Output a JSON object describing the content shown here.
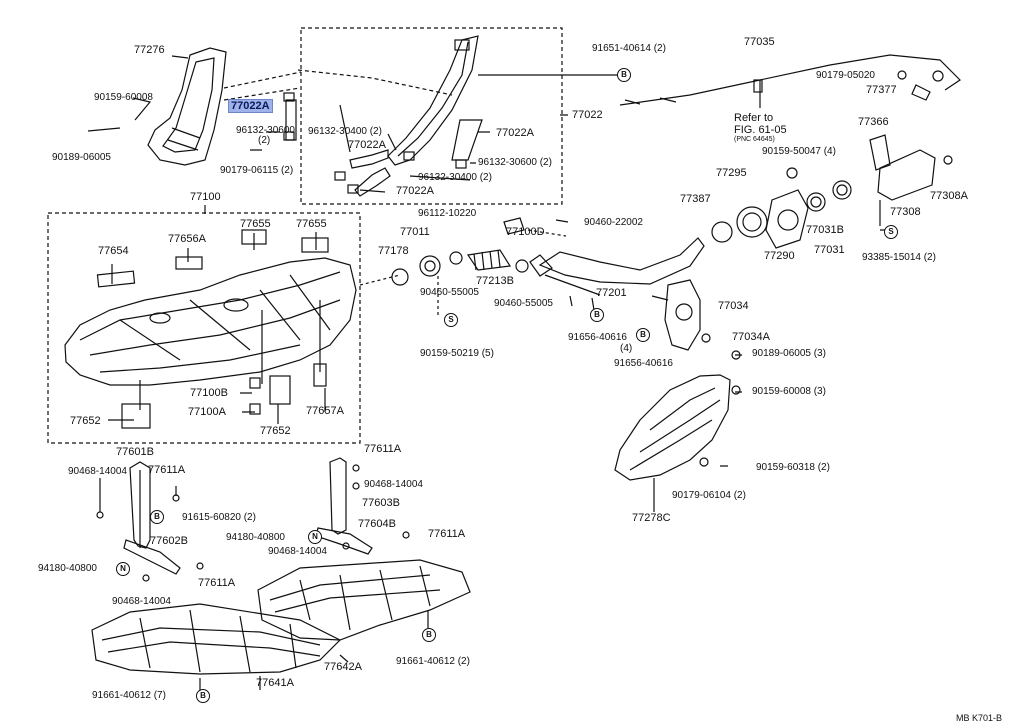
{
  "labels": {
    "p77276": "77276",
    "p90159_60008_a": "90159-60008",
    "p77022A_hl": "77022A",
    "p96132_30600_a": "96132-30600",
    "p2_a": "(2)",
    "p90189_06005_a": "90189-06005",
    "p90179_06115": "90179-06115 (2)",
    "p96132_30400_a": "96132-30400 (2)",
    "p77022A_1": "77022A",
    "p77022A_2": "77022A",
    "p96132_30600_b": "96132-30600 (2)",
    "p96132_30400_b": "96132-30400 (2)",
    "p77022A_3": "77022A",
    "p77022": "77022",
    "p91651_40614": "91651-40614 (2)",
    "p77035": "77035",
    "p90179_05020": "90179-05020",
    "p77377": "77377",
    "refer_to": "Refer to",
    "fig": "FIG. 61-05",
    "pnc": "(PNC 64645)",
    "p77366": "77366",
    "p90159_50047": "90159-50047 (4)",
    "p77295": "77295",
    "p77387": "77387",
    "p77308A": "77308A",
    "p77308": "77308",
    "p77031B": "77031B",
    "p77290": "77290",
    "p77031": "77031",
    "p93385_15014": "93385-15014 (2)",
    "p77100": "77100",
    "p77655_a": "77655",
    "p77655_b": "77655",
    "p77654": "77654",
    "p77656A": "77656A",
    "p96112_10220": "96112-10220",
    "p90460_22002": "90460-22002",
    "p77011": "77011",
    "p77100D": "77100D",
    "p77178": "77178",
    "p77213B": "77213B",
    "p90460_55005_a": "90460-55005",
    "p90460_55005_b": "90460-55005",
    "p77201": "77201",
    "p77034": "77034",
    "p91656_40616_a": "91656-40616",
    "p4": "(4)",
    "p91656_40616_b": "91656-40616",
    "p77034A": "77034A",
    "p90189_06005_b": "90189-06005 (3)",
    "p90159_60008_b": "90159-60008 (3)",
    "p90159_50219": "90159-50219 (5)",
    "p77100B": "77100B",
    "p77100A": "77100A",
    "p77652_a": "77652",
    "p77652_b": "77652",
    "p77657A": "77657A",
    "p77601B": "77601B",
    "p90468_14004_a": "90468-14004",
    "p77611A_a": "77611A",
    "p77611A_b": "77611A",
    "p90468_14004_b": "90468-14004",
    "p77603B": "77603B",
    "p90159_60318": "90159-60318 (2)",
    "p90179_06104": "90179-06104 (2)",
    "p77278C": "77278C",
    "p91615_60820": "91615-60820 (2)",
    "p94180_40800_a": "94180-40800",
    "p77604B": "77604B",
    "p77611A_c": "77611A",
    "p90468_14004_c": "90468-14004",
    "p77602B": "77602B",
    "p94180_40800_b": "94180-40800",
    "p77611A_d": "77611A",
    "p90468_14004_d": "90468-14004",
    "p91661_40612_a": "91661-40612 (2)",
    "p77642A": "77642A",
    "p77641A": "77641A",
    "p91661_40612_b": "91661-40612 (7)"
  },
  "markers": {
    "B": "B",
    "S": "S",
    "N": "N"
  },
  "diagram_code": "MB K701-B",
  "highlight_color": "#9fb3ea"
}
